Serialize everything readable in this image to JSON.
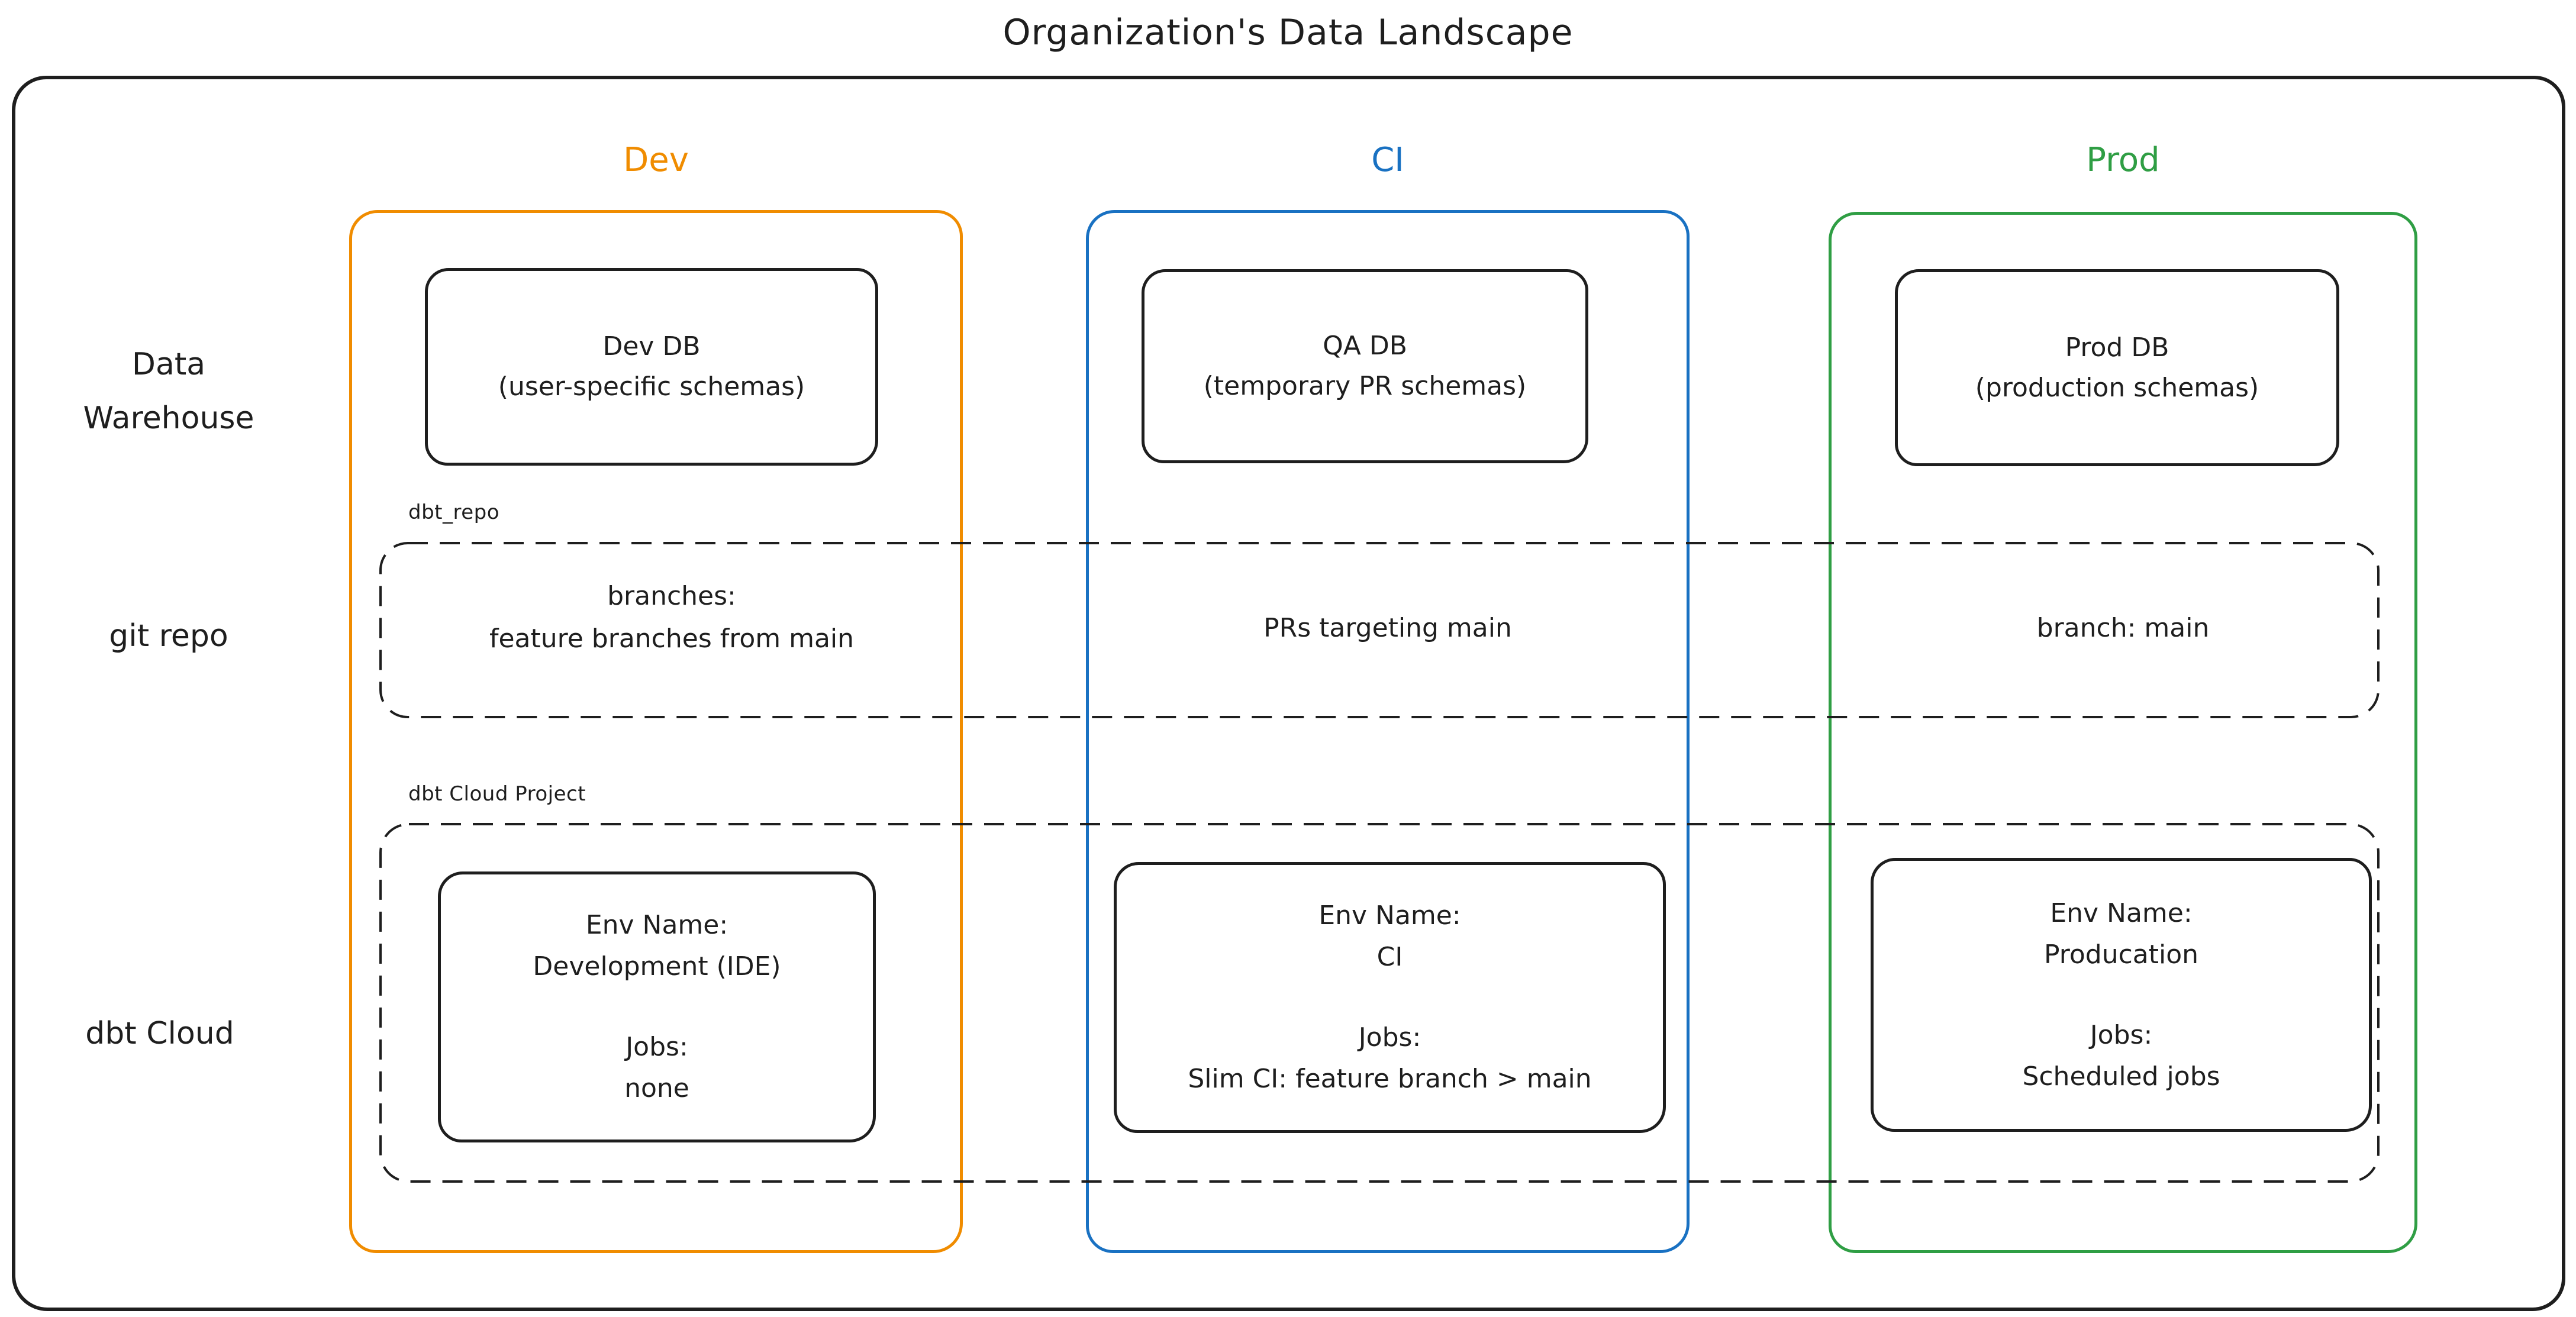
{
  "title": "Organization's Data Landscape",
  "colors": {
    "ink": "#1e1e1e",
    "dev_accent": "#f08c00",
    "ci_accent": "#1971c2",
    "prod_accent": "#2f9e44"
  },
  "column_headers": {
    "dev": "Dev",
    "ci": "CI",
    "prod": "Prod"
  },
  "row_labels": {
    "warehouse_line1": "Data",
    "warehouse_line2": "Warehouse",
    "git": "git repo",
    "dbt": "dbt Cloud"
  },
  "warehouse_row": {
    "dev_db": {
      "title": "Dev DB",
      "subtitle": "(user-specific schemas)"
    },
    "qa_db": {
      "title": "QA DB",
      "subtitle": "(temporary PR schemas)"
    },
    "prod_db": {
      "title": "Prod DB",
      "subtitle": "(production schemas)"
    }
  },
  "git_row": {
    "container_label": "dbt_repo",
    "dev_line1": "branches:",
    "dev_line2": "feature branches from main",
    "ci_text": "PRs targeting main",
    "prod_text": "branch: main"
  },
  "dbt_row": {
    "container_label": "dbt Cloud Project",
    "dev": {
      "env_label": "Env Name:",
      "env_value": "Development (IDE)",
      "jobs_label": "Jobs:",
      "jobs_value": "none"
    },
    "ci": {
      "env_label": "Env Name:",
      "env_value": "CI",
      "jobs_label": "Jobs:",
      "jobs_value": "Slim CI: feature branch > main"
    },
    "prod": {
      "env_label": "Env Name:",
      "env_value": "Producation",
      "jobs_label": "Jobs:",
      "jobs_value": "Scheduled jobs"
    }
  }
}
